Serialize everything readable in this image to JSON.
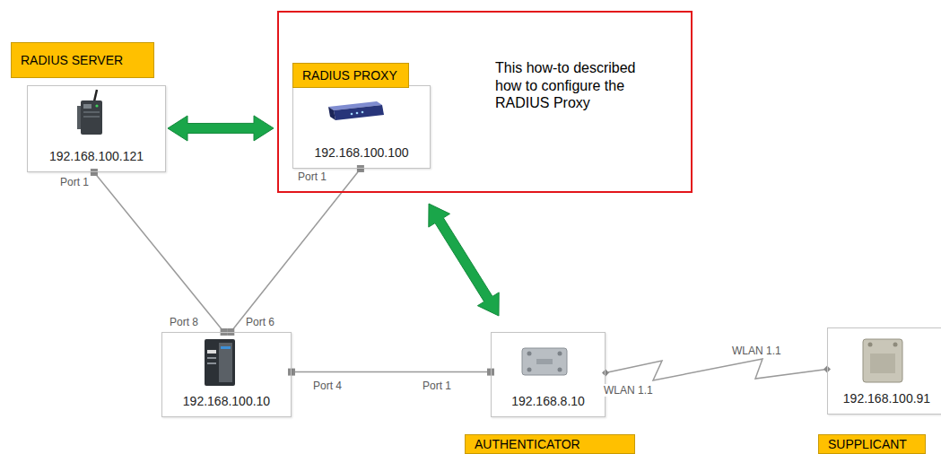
{
  "diagram": {
    "nodes": [
      {
        "text": [
          "RADIUS SERVER"
        ]
      },
      {
        "text": [
          "This how-to described how to configure the RADIUS Proxy"
        ]
      },
      {
        "text": [
          "RADIUS PROXY"
        ],
        "in": 1
      },
      {
        "text": [
          "192.168.100.100"
        ],
        "in": 1
      },
      {
        "text": [
          "192.168.100.121"
        ]
      },
      {
        "text": [
          "192.168.100.10"
        ]
      },
      {
        "text": [
          "192.168.8.10"
        ]
      },
      {
        "text": [
          "AUTHENTICATOR"
        ]
      },
      {
        "text": [
          "192.168.100.91"
        ]
      },
      {
        "text": [
          "SUPPLICANT"
        ]
      }
    ],
    "edges": [
      {
        "from": 4,
        "to": 1,
        "arrow": "both"
      },
      {
        "from": 1,
        "to": 6,
        "arrow": "both"
      },
      {
        "from": 4,
        "to": 5,
        "arrow": "none"
      },
      {
        "from": 3,
        "to": 5,
        "arrow": "none"
      },
      {
        "from": 5,
        "to": 6,
        "arrow": "none"
      },
      {
        "from": 6,
        "to": 8,
        "arrow": "none",
        "label": "WLAN 1.1"
      }
    ],
    "labels": [
      "Port 1",
      "Port 1",
      "Port 8",
      "Port 6",
      "Port 4",
      "Port 1",
      "WLAN 1.1"
    ]
  }
}
